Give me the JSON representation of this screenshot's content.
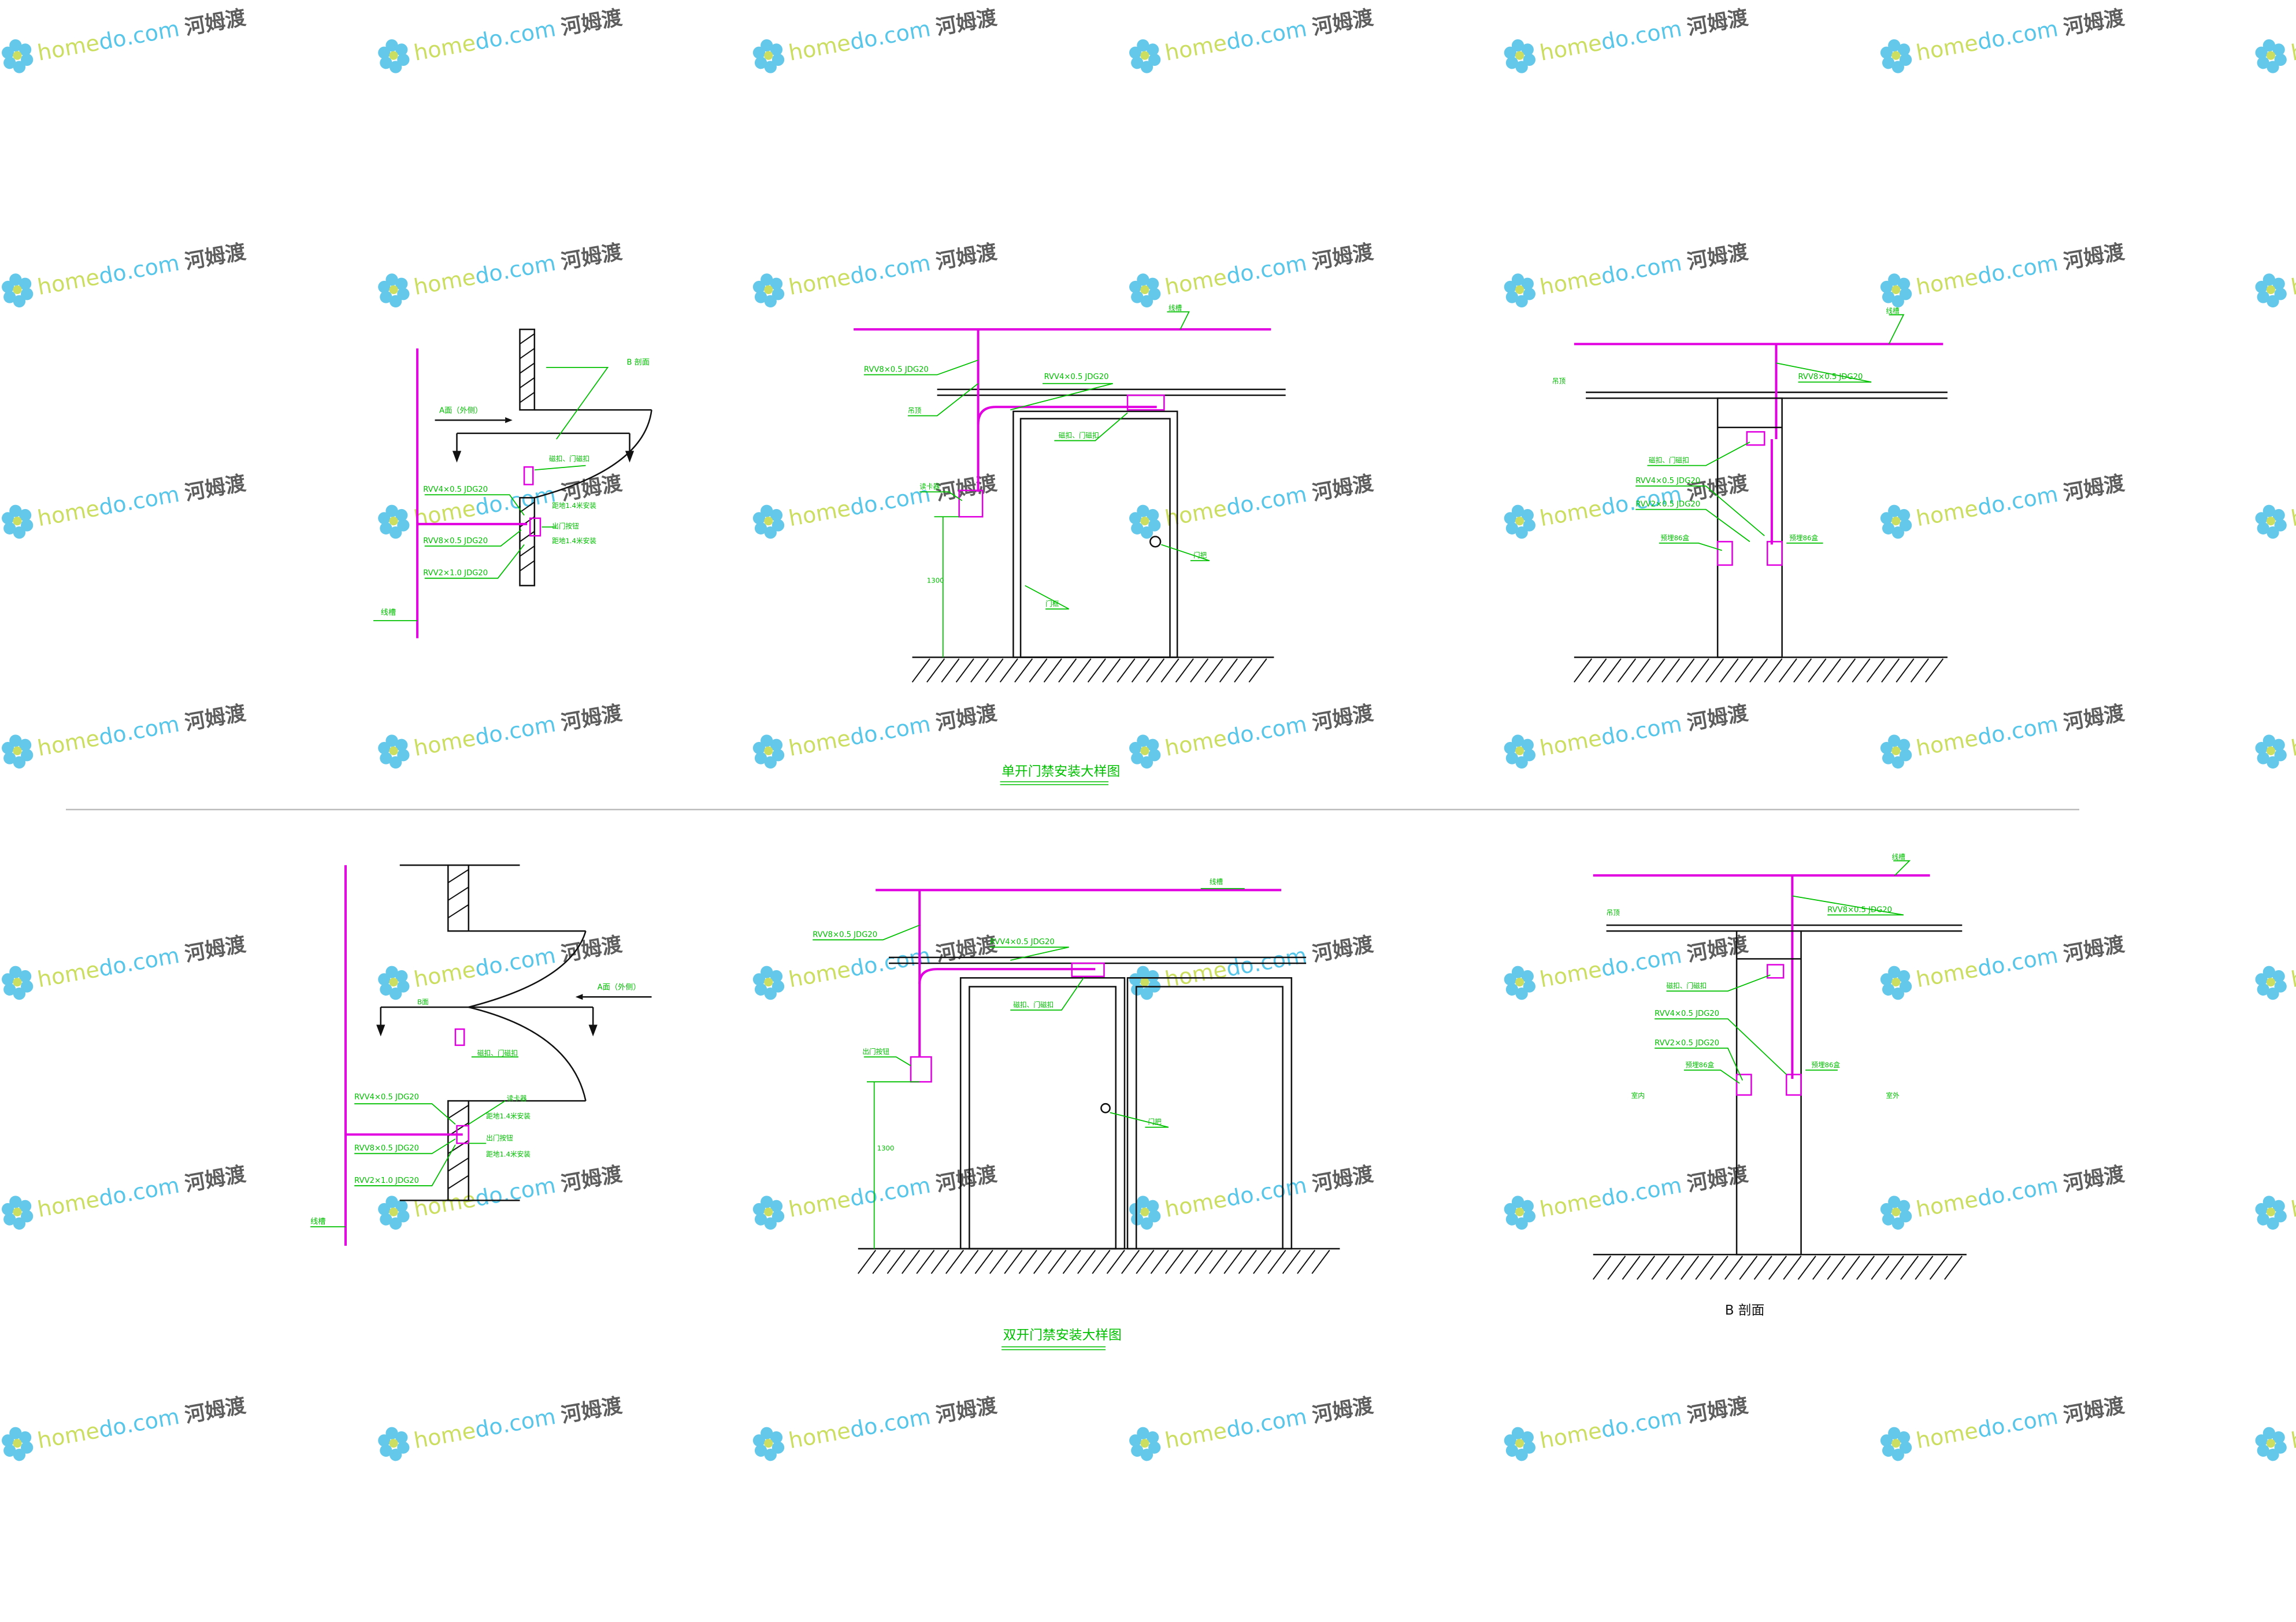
{
  "watermark": {
    "brand_prefix": "home",
    "brand_middle": "do",
    "brand_suffix": ".com",
    "brand_cn": "河姆渡"
  },
  "single_door": {
    "title": "单开门禁安装大样图",
    "plan": {
      "section_mark": "B 剖面",
      "direction_a": "A面（外侧）",
      "reader_lock": "磁扣、门磁扣",
      "cable_1": "RVV4×0.5 JDG20",
      "cable_2": "RVV8×0.5 JDG20",
      "cable_3": "RVV2×1.0 JDG20",
      "exit_button": "出门按钮",
      "exit_note": "距地1.4米安装",
      "reader_note": "距地1.4米安装",
      "trunk": "线槽"
    },
    "elevation": {
      "trunk": "线槽",
      "cable_main": "RVV8×0.5 JDG20",
      "cable_door": "RVV4×0.5 JDG20",
      "ceiling": "吊顶",
      "lock": "磁扣、门磁扣",
      "reader": "读卡器",
      "door_handle": "门把",
      "door_frame": "门框",
      "height": "1300"
    },
    "section": {
      "trunk": "线槽",
      "ceiling": "吊顶",
      "cable_main": "RVV8×0.5 JDG20",
      "lock": "磁扣、门磁扣",
      "cable_1": "RVV4×0.5 JDG20",
      "cable_2": "RVV2×0.5 JDG20",
      "box_left": "预埋86盒",
      "box_right": "预埋86盒"
    }
  },
  "double_door": {
    "title": "双开门禁安装大样图",
    "plan": {
      "direction_a": "A面（外侧）",
      "direction_b": "B面",
      "lock": "磁扣、门磁扣",
      "cable_1": "RVV4×0.5 JDG20",
      "cable_2": "RVV8×0.5 JDG20",
      "cable_3": "RVV2×1.0 JDG20",
      "reader": "读卡器",
      "reader_note": "距地1.4米安装",
      "exit_button": "出门按钮",
      "exit_note": "距地1.4米安装",
      "trunk": "线槽"
    },
    "elevation": {
      "trunk": "线槽",
      "cable_main": "RVV8×0.5 JDG20",
      "cable_door": "RVV4×0.5 JDG20",
      "lock": "磁扣、门磁扣",
      "exit_button": "出门按钮",
      "door_handle": "门把",
      "height": "1300"
    },
    "section": {
      "title": "B  剖面",
      "trunk": "线槽",
      "ceiling": "吊顶",
      "cable_main": "RVV8×0.5 JDG20",
      "lock": "磁扣、门磁扣",
      "cable_1": "RVV4×0.5 JDG20",
      "cable_2": "RVV2×0.5 JDG20",
      "box_left": "预埋86盒",
      "box_right": "预埋86盒",
      "indoor": "室内",
      "outdoor": "室外"
    }
  },
  "colors": {
    "cable": "#e000e0",
    "label": "#00c000",
    "line": "#111111",
    "divider": "#bbbbbb"
  }
}
